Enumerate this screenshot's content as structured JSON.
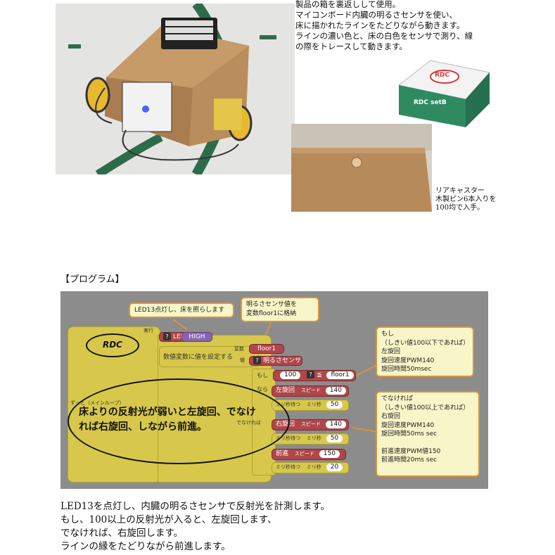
{
  "description": {
    "lines": [
      "製品の箱を裏返しして使用。",
      "マイコンボード内臓の明るさセンサを使い、",
      "床に描かれたラインをたどりながら動きます。",
      "ラインの濃い色と、床の白色をセンサで測り、線",
      "の際をトレースして動きます。"
    ]
  },
  "box_label": {
    "logo": "RDC",
    "name": "RDC setB"
  },
  "caster_caption": {
    "lines": [
      "リアキャスター",
      "木製ピン6本入りを",
      "100均で入手。"
    ]
  },
  "section_title": "【プログラム】",
  "program": {
    "comment_led": "LED13点灯し、床を照らします",
    "comment_sensor": [
      "明るさセンサ値を",
      "変数floor1に格納"
    ],
    "rdc_label": "RDC",
    "block_run": "実行",
    "block_led": "LED",
    "block_high": "HIGH",
    "block_setvar": "数値変数に値を設定する",
    "block_var_label": "変数",
    "block_var_name": "floor1",
    "block_value_label": "値",
    "block_sensor": "明るさセンサ",
    "block_if": "もし",
    "block_if_num": "100",
    "block_if_var": "floor1",
    "block_then": "なら",
    "block_left": "左旋回",
    "block_speed_label": "スピード",
    "block_left_speed": "140",
    "block_wait": "ミリ秒待つ",
    "block_ms": "ミリ秒",
    "block_left_wait": "50",
    "block_loop": "ずっと（メインループ）",
    "block_else": "でなければ",
    "block_right": "右旋回",
    "block_right_speed": "140",
    "block_right_wait": "50",
    "block_forward": "前進",
    "block_forward_speed": "150",
    "block_forward_wait": "20",
    "comment_if": [
      "もし",
      "（しきい値100以下であれば）",
      "左旋回",
      "旋回速度PWM140",
      "旋回時間50msec"
    ],
    "comment_else": [
      "でなければ",
      "（しきい値100以上であれば）",
      "右旋回",
      "旋回速度PWM140",
      "旋回時間50ms sec",
      "",
      "前進速度PWM値150",
      "前進時間20ms sec"
    ],
    "overlay_text": [
      "床よりの反射光が弱いと左旋回、でなけ",
      "れば右旋回、しながら前進。"
    ]
  },
  "bottom_text": {
    "lines": [
      "LED13を点灯し、内臓の明るさセンサで反射光を計測します。",
      "もし、100以上の反射光が入ると、左旋回します、",
      "でなければ、右旋回します。",
      "ラインの縁をたどりながら前進します。"
    ]
  }
}
